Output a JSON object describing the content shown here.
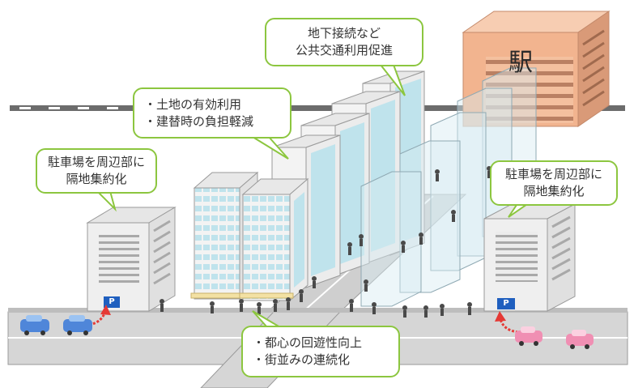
{
  "station": {
    "label": "駅"
  },
  "parking_sign": "P",
  "callouts": {
    "transit": [
      "地下接続など",
      "公共交通利用促進"
    ],
    "land": [
      "・土地の有効利用",
      "・建替時の負担軽減"
    ],
    "parking_left": [
      "駐車場を周辺部に",
      "隔地集約化"
    ],
    "parking_right": [
      "駐車場を周辺部に",
      "隔地集約化"
    ],
    "center": [
      "・都心の回遊性向上",
      "・街並みの連続化"
    ]
  },
  "colors": {
    "callout_border": "#8cc63f",
    "station_facade": "#f2b48f",
    "road": "#d6d6d6",
    "glass": "#bfe3ec",
    "car_blue": "#4f86d9",
    "car_pink": "#f08fb3",
    "arrow_red": "#e53935"
  }
}
